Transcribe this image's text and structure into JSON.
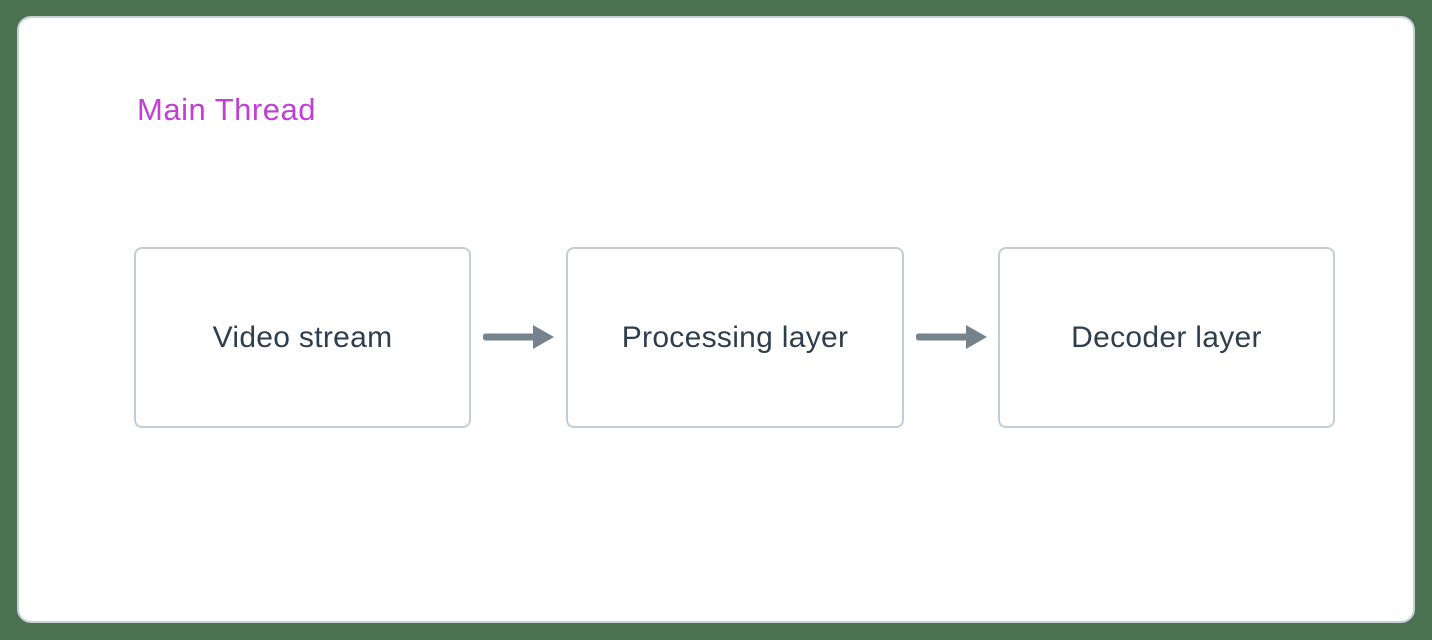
{
  "title": {
    "label": "Main Thread"
  },
  "nodes": [
    {
      "label": "Video stream"
    },
    {
      "label": "Processing layer"
    },
    {
      "label": "Decoder layer"
    }
  ],
  "colors": {
    "background": "#4a7150",
    "panel_bg": "#ffffff",
    "panel_border": "#c7d1da",
    "node_border": "#c3cdd7",
    "node_text": "#2f3e4d",
    "arrow": "#76838d",
    "title": "#c13fd6"
  }
}
